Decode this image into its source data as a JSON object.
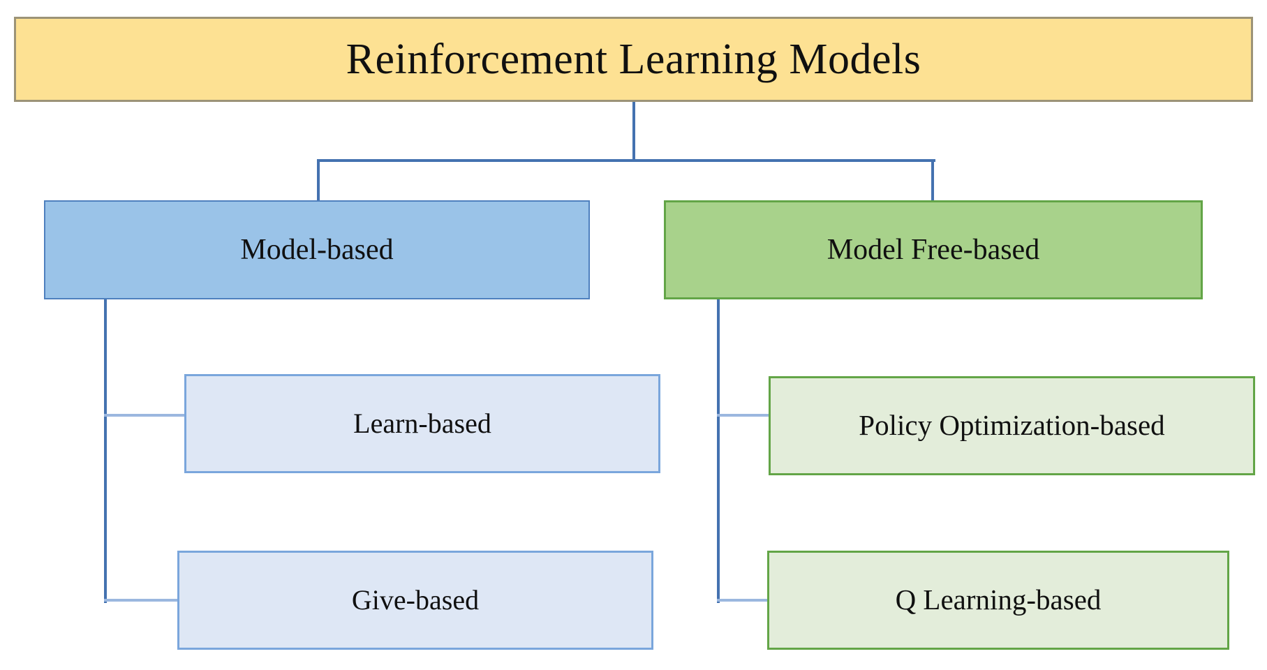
{
  "diagram": {
    "type": "hierarchy-tree",
    "title": "Reinforcement Learning Models",
    "root": {
      "label": "Reinforcement Learning Models",
      "fill": "#FDE193",
      "stroke": "#9C9377"
    },
    "branches": [
      {
        "label": "Model-based",
        "fill": "#9AC3E8",
        "stroke": "#4E80BE",
        "children": [
          {
            "label": "Learn-based",
            "fill": "#DEE7F5",
            "stroke": "#7AA6DC"
          },
          {
            "label": "Give-based",
            "fill": "#DEE7F5",
            "stroke": "#7AA6DC"
          }
        ]
      },
      {
        "label": "Model Free-based",
        "fill": "#A8D28B",
        "stroke": "#63A547",
        "children": [
          {
            "label": "Policy Optimization-based",
            "fill": "#E3EDDA",
            "stroke": "#63A547"
          },
          {
            "label": "Q Learning-based",
            "fill": "#E3EDDA",
            "stroke": "#63A547"
          }
        ]
      }
    ],
    "connector_color": "#4472B0"
  }
}
